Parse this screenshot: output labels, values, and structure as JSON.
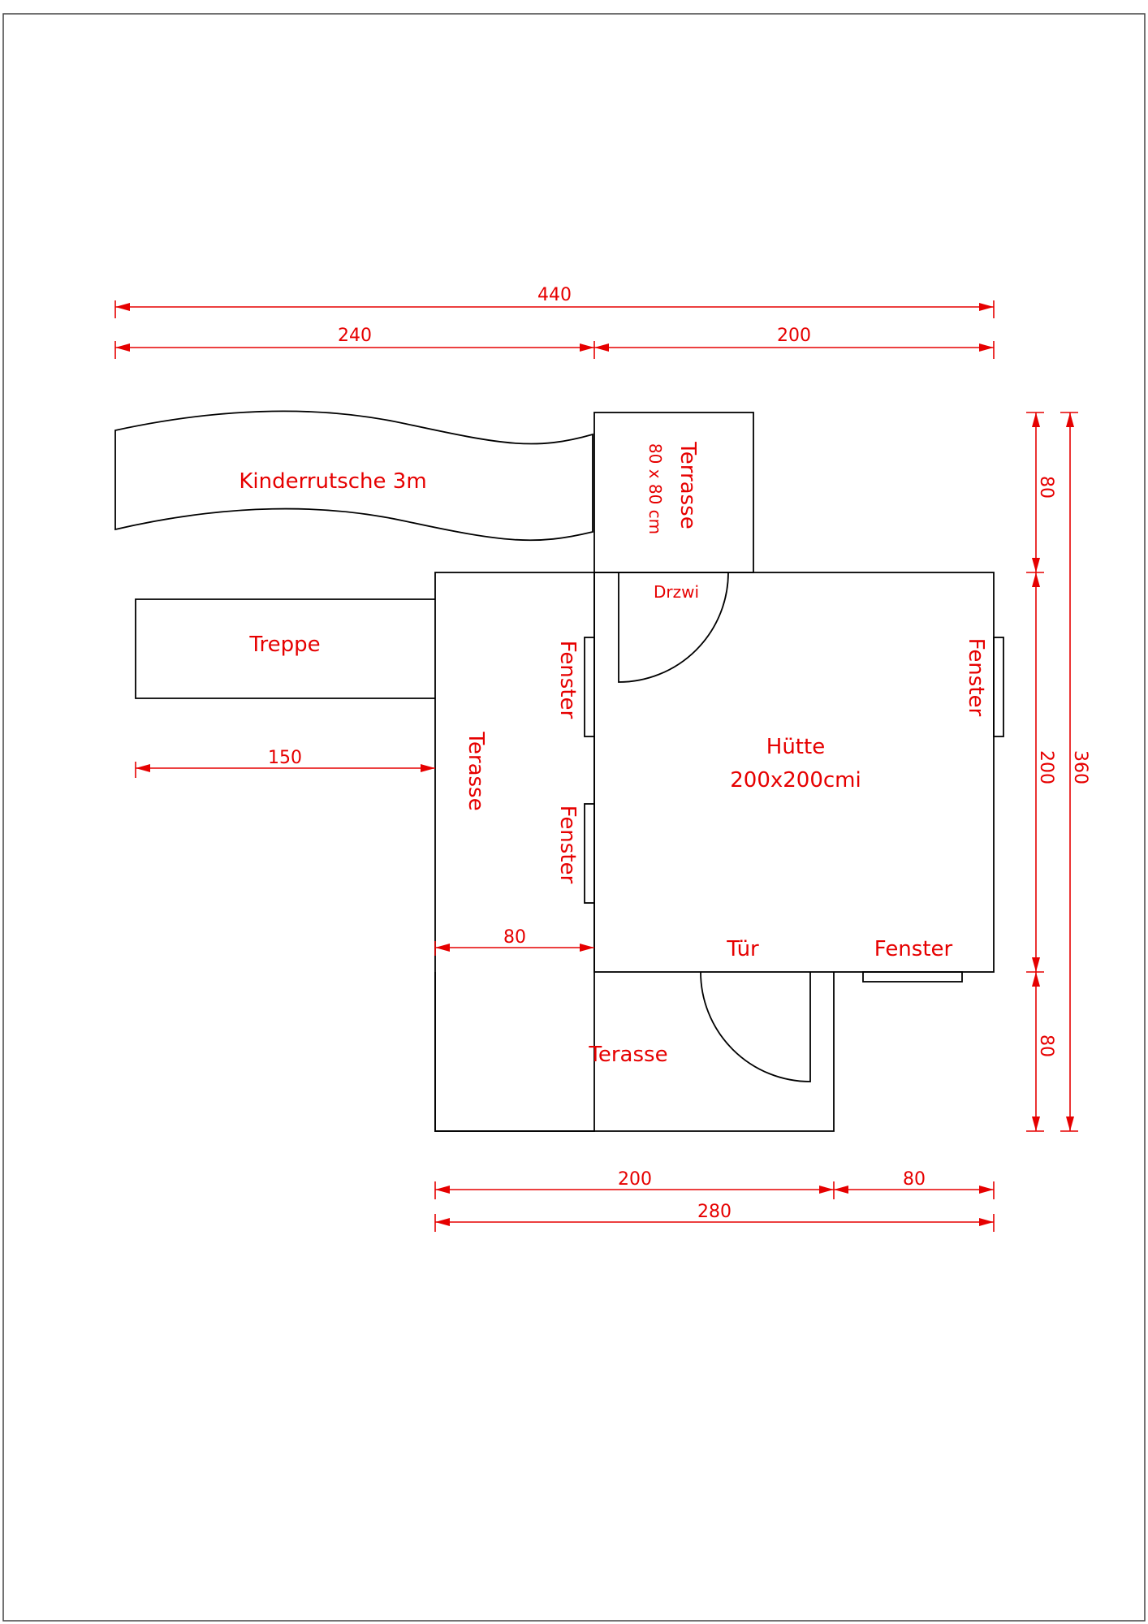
{
  "labels": {
    "slide": "Kinderrutsche 3m",
    "stairs": "Treppe",
    "upper_terrace": "Terrasse",
    "upper_terrace_size": "80 x 80 cm",
    "door_top": "Drzwi",
    "window_left_1": "Fenster",
    "window_left_2": "Fenster",
    "window_right": "Fenster",
    "window_bottom": "Fenster",
    "hut_name": "Hütte",
    "hut_size": "200x200cmi",
    "side_terrace": "Terasse",
    "door_bottom": "Tür",
    "lower_terrace": "Terasse"
  },
  "dimensions": {
    "top_total": "440",
    "top_left": "240",
    "top_right": "200",
    "stairs_length": "150",
    "side_terrace_width": "80",
    "right_upper": "80",
    "right_middle": "200",
    "right_lower": "80",
    "right_total": "360",
    "bottom_left": "200",
    "bottom_right": "80",
    "bottom_total": "280"
  },
  "colors": {
    "annotation": "#e60000",
    "outline": "#000000"
  }
}
